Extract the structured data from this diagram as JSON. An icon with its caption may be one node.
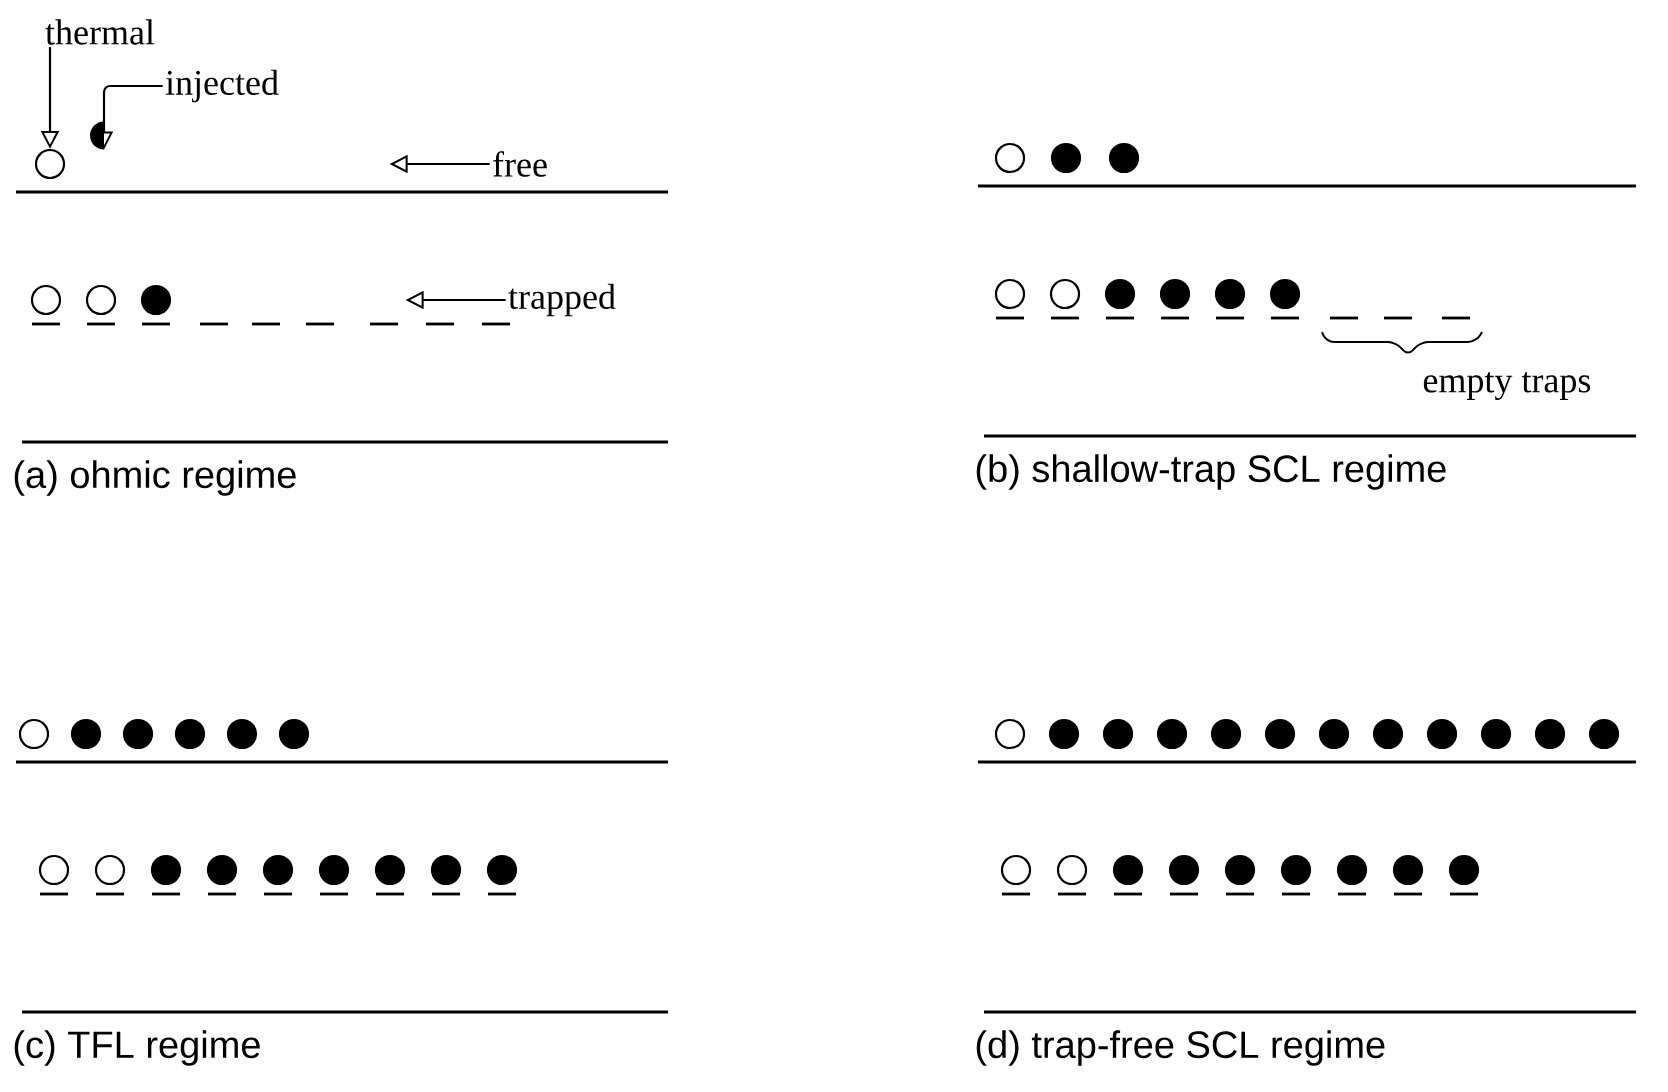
{
  "diagram": {
    "nodes": [
      {
        "text": [
          "thermal"
        ]
      },
      {
        "text": [
          "injected"
        ]
      },
      {
        "text": [
          "free"
        ]
      },
      {
        "text": [
          "trapped"
        ]
      },
      {
        "text": [],
        "shape": "circle"
      },
      {
        "text": [],
        "shape": "semicircle"
      }
    ],
    "edges": [
      {
        "from": 0,
        "to": 4,
        "arrow": "to"
      },
      {
        "from": 1,
        "to": 5,
        "arrow": "to"
      },
      {
        "from": 2,
        "to": null,
        "arrow": "to"
      },
      {
        "from": 3,
        "to": null,
        "arrow": "to"
      }
    ],
    "labels": [
      "empty traps",
      "(a) ohmic regime",
      "(b) shallow-trap SCL regime",
      "(c) TFL regime",
      "(d) trap-free SCL regime"
    ]
  }
}
